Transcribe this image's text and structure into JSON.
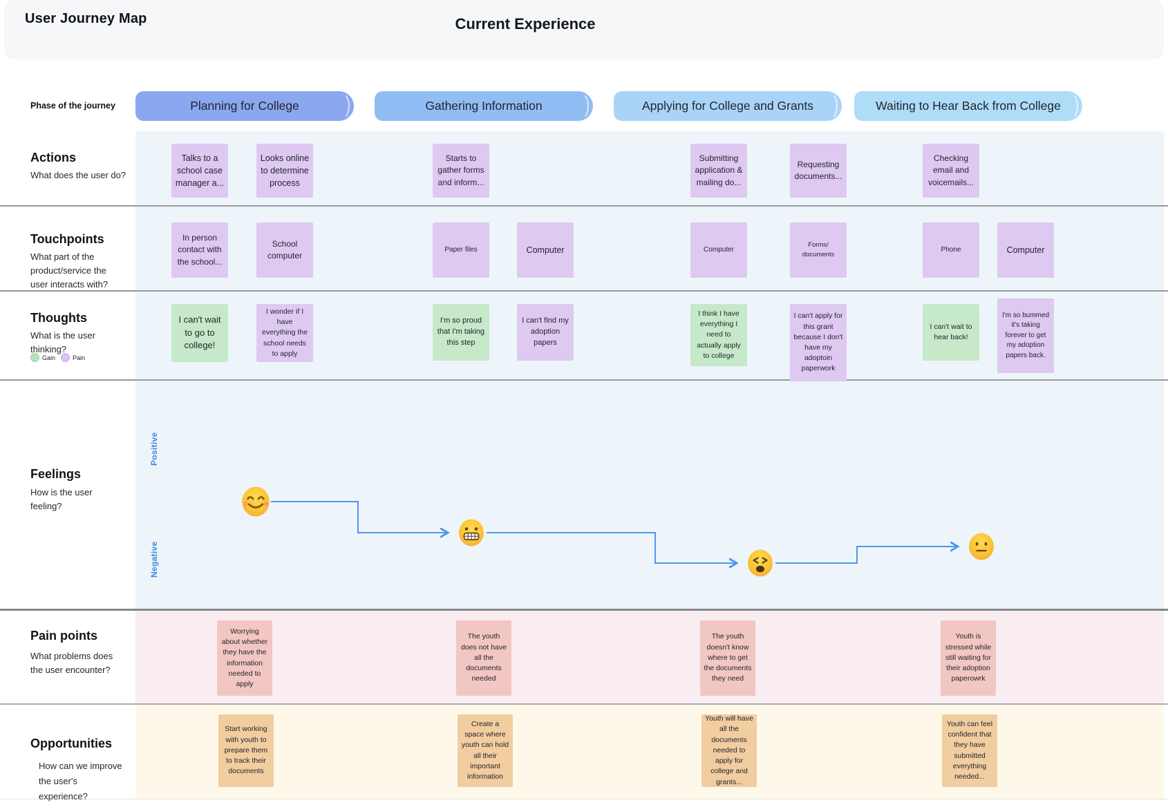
{
  "header": {
    "app_title": "User Journey Map",
    "board_title": "Current Experience"
  },
  "phase_row": {
    "label": "Phase of the journey",
    "phases": [
      {
        "name": "Planning for College",
        "color": "#8BA7EF"
      },
      {
        "name": "Gathering Information",
        "color": "#92BDF4"
      },
      {
        "name": "Applying for College and Grants",
        "color": "#A9D4F8"
      },
      {
        "name": "Waiting to Hear Back from College",
        "color": "#AEDCF9"
      }
    ]
  },
  "rows": {
    "actions": {
      "title": "Actions",
      "subtitle": "What does the user do?",
      "cards": [
        {
          "text": "Talks to a school case manager a...",
          "phase": "Planning for College"
        },
        {
          "text": "Looks online to determine process",
          "phase": "Planning for College"
        },
        {
          "text": "Starts to gather forms and inform...",
          "phase": "Gathering Information"
        },
        {
          "text": "Submitting application & mailing do...",
          "phase": "Applying for College and Grants"
        },
        {
          "text": "Requesting documents...",
          "phase": "Applying for College and Grants"
        },
        {
          "text": "Checking email and voicemails...",
          "phase": "Waiting to Hear Back from College"
        }
      ]
    },
    "touchpoints": {
      "title": "Touchpoints",
      "subtitle_lines": [
        "What part of the",
        "product/service the",
        "user interacts with?"
      ],
      "cards": [
        {
          "text": "In person contact with the school...",
          "phase": "Planning for College"
        },
        {
          "text": "School computer",
          "phase": "Planning for College"
        },
        {
          "text": "Paper files",
          "phase": "Gathering Information"
        },
        {
          "text": "Computer",
          "phase": "Gathering Information"
        },
        {
          "text": "Computer",
          "phase": "Applying for College and Grants"
        },
        {
          "text": "Forms/ documents",
          "phase": "Applying for College and Grants"
        },
        {
          "text": "Phone",
          "phase": "Waiting to Hear Back from College"
        },
        {
          "text": "Computer",
          "phase": "Waiting to Hear Back from College"
        }
      ]
    },
    "thoughts": {
      "title": "Thoughts",
      "subtitle_lines": [
        "What is the user",
        "thinking?"
      ],
      "legend": [
        {
          "label": "Gain",
          "color": "#B3E2B7"
        },
        {
          "label": "Pain",
          "color": "#DBC5F0"
        }
      ],
      "cards": [
        {
          "text": "I can't wait to go to college!",
          "type": "gain"
        },
        {
          "text": "I wonder if I have everything the school needs to apply",
          "type": "pain"
        },
        {
          "text": "I'm so proud that I'm taking this step",
          "type": "gain"
        },
        {
          "text": "I can't find my adoption papers",
          "type": "pain"
        },
        {
          "text": "I think I have everything I need to actually apply to college",
          "type": "gain"
        },
        {
          "text": "I can't apply for this grant because I don't have my adoptoin paperwork",
          "type": "pain"
        },
        {
          "text": "I can't wait to hear back!",
          "type": "gain"
        },
        {
          "text": "I'm so bummed it's taking forever to get my adoption papers back.",
          "type": "pain"
        }
      ]
    },
    "feelings": {
      "title": "Feelings",
      "subtitle_lines": [
        "How is the user",
        "feeling?"
      ],
      "axis": {
        "positive": "Positive",
        "negative": "Negative"
      },
      "emojis": [
        "smiling-face",
        "grimacing-face",
        "weary-face",
        "neutral-face"
      ]
    },
    "pain_points": {
      "title": "Pain points",
      "subtitle_lines": [
        "What problems does",
        "the user encounter?"
      ],
      "cards": [
        {
          "text": "Worrying about whether they have the information needed to apply"
        },
        {
          "text": "The youth does not have all the documents needed"
        },
        {
          "text": "The youth doesn't know where to get the documents they need"
        },
        {
          "text": "Youth is stressed while still waiting for their adoption paperowrk"
        }
      ]
    },
    "opportunities": {
      "title": "Opportunities",
      "subtitle_lines": [
        "How can we improve",
        "the user's",
        "experience?"
      ],
      "cards": [
        {
          "text": "Start working with youth to prepare them to track their documents"
        },
        {
          "text": "Create a space where youth can hold all their important information"
        },
        {
          "text": "Youth will have all the documents needed to apply for college and grants..."
        },
        {
          "text": "Youth can feel confident that they have submitted everything needed..."
        }
      ]
    }
  },
  "colors": {
    "header_bg": "#F6F7F9",
    "row_bg_blue": "#EDF5FB",
    "row_bg_pink": "#FAEDF2",
    "row_bg_cream": "#FDF8E9",
    "card_purple": "#DEC9F1",
    "card_green": "#C6E9C9",
    "card_pink": "#F2C6C2",
    "card_orange": "#F1CD9F",
    "connector_blue": "#4E96E9",
    "axis_label_blue": "#3C86E0"
  }
}
